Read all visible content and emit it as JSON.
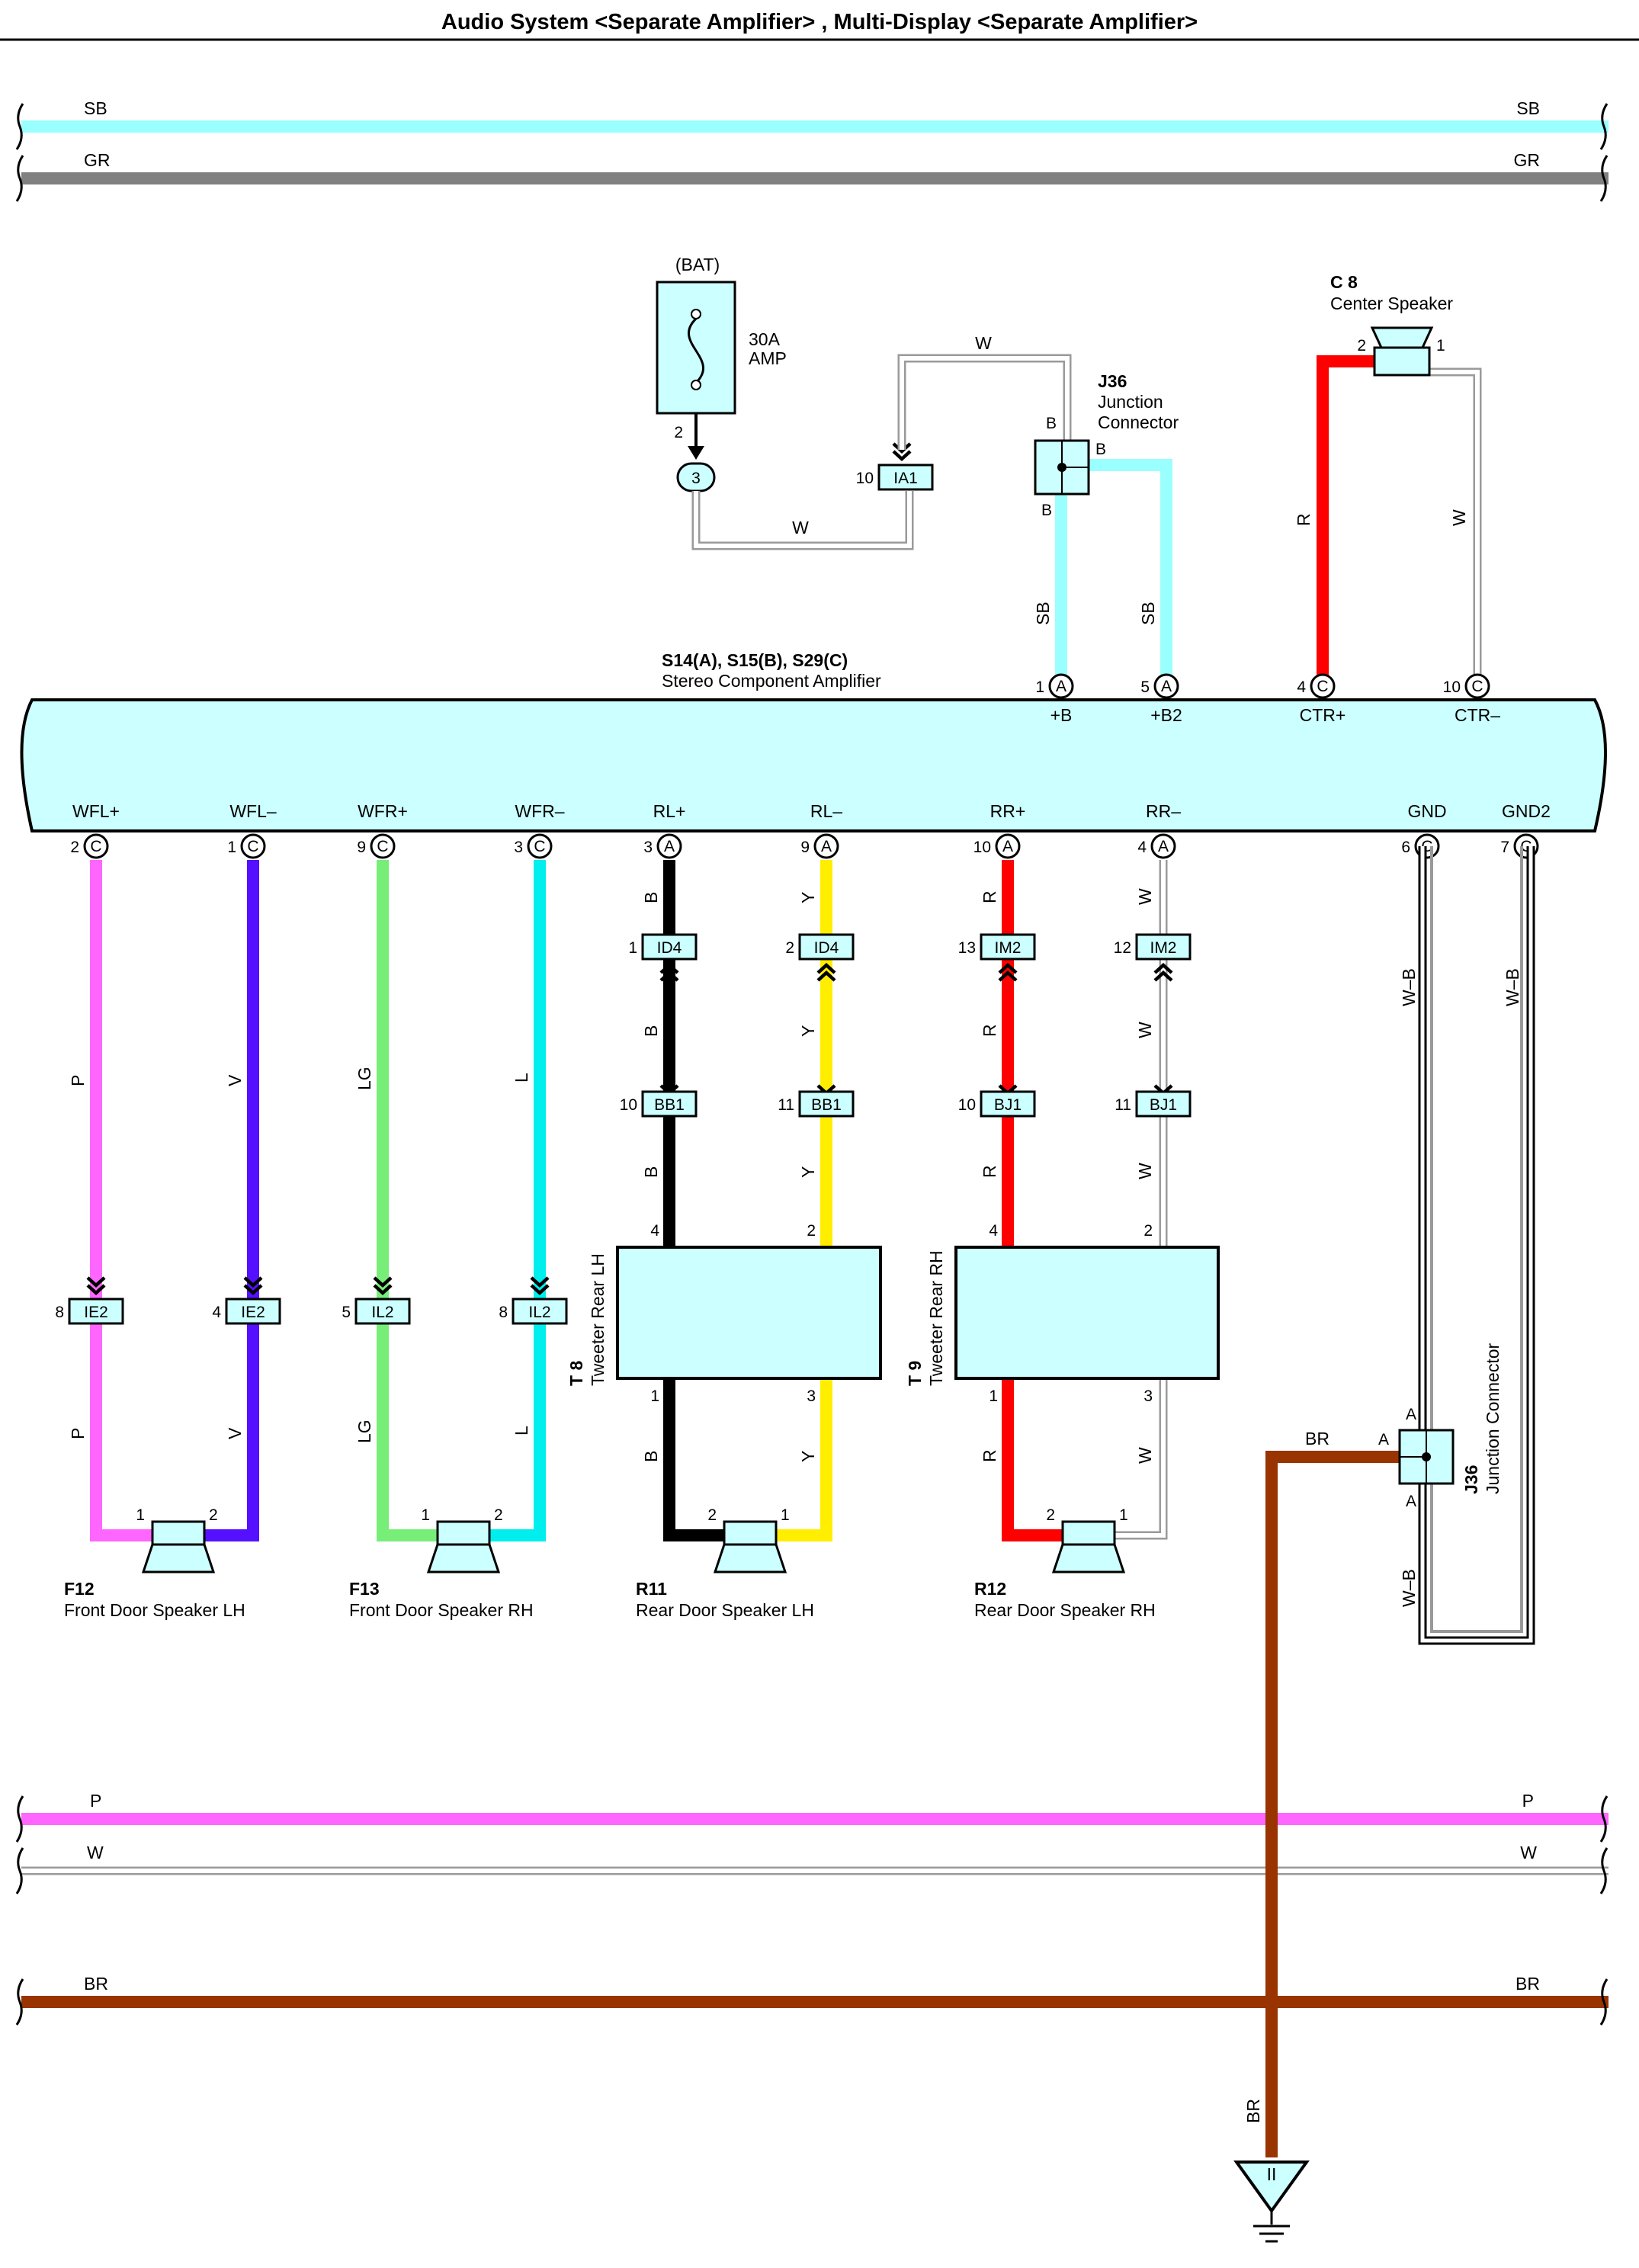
{
  "title": "Audio System <Separate Amplifier> , Multi-Display <Separate Amplifier>",
  "bus_wires": [
    {
      "code": "SB",
      "color": "#99ffff"
    },
    {
      "code": "GR",
      "color": "#808080"
    },
    {
      "code": "P",
      "color": "#ff66ff"
    },
    {
      "code": "W",
      "color": "#ffffff"
    },
    {
      "code": "BR",
      "color": "#993300"
    }
  ],
  "battery": {
    "label": "(BAT)",
    "fuse_rating": "30A",
    "fuse_unit": "AMP",
    "pin": "2",
    "splice_pin": "3"
  },
  "connector_ia1": {
    "name": "IA1",
    "pin": "10"
  },
  "junction_top": {
    "code": "J36",
    "name_line1": "Junction",
    "name_line2": "Connector",
    "pin_top": "B",
    "pin_right": "B",
    "pin_bottom": "B"
  },
  "center_speaker": {
    "code": "C 8",
    "name": "Center Speaker",
    "pin_left": "2",
    "pin_right": "1"
  },
  "amplifier": {
    "code": "S14(A), S15(B), S29(C)",
    "name": "Stereo Component Amplifier",
    "top_pins": [
      {
        "num": "1",
        "conn": "A",
        "label": "+B"
      },
      {
        "num": "5",
        "conn": "A",
        "label": "+B2"
      },
      {
        "num": "4",
        "conn": "C",
        "label": "CTR+"
      },
      {
        "num": "10",
        "conn": "C",
        "label": "CTR–"
      }
    ],
    "bottom_pins": [
      {
        "num": "2",
        "conn": "C",
        "label": "WFL+"
      },
      {
        "num": "1",
        "conn": "C",
        "label": "WFL–"
      },
      {
        "num": "9",
        "conn": "C",
        "label": "WFR+"
      },
      {
        "num": "3",
        "conn": "C",
        "label": "WFR–"
      },
      {
        "num": "3",
        "conn": "A",
        "label": "RL+"
      },
      {
        "num": "9",
        "conn": "A",
        "label": "RL–"
      },
      {
        "num": "10",
        "conn": "A",
        "label": "RR+"
      },
      {
        "num": "4",
        "conn": "A",
        "label": "RR–"
      },
      {
        "num": "6",
        "conn": "C",
        "label": "GND"
      },
      {
        "num": "7",
        "conn": "C",
        "label": "GND2"
      }
    ]
  },
  "wire_codes": {
    "W": "W",
    "SB": "SB",
    "R": "R",
    "P": "P",
    "V": "V",
    "LG": "LG",
    "L": "L",
    "B": "B",
    "Y": "Y",
    "WB": "W–B",
    "BR": "BR"
  },
  "inline_connectors": [
    {
      "name": "ID4",
      "pin": "1"
    },
    {
      "name": "ID4",
      "pin": "2"
    },
    {
      "name": "IM2",
      "pin": "13"
    },
    {
      "name": "IM2",
      "pin": "12"
    },
    {
      "name": "BB1",
      "pin": "10"
    },
    {
      "name": "BB1",
      "pin": "11"
    },
    {
      "name": "BJ1",
      "pin": "10"
    },
    {
      "name": "BJ1",
      "pin": "11"
    },
    {
      "name": "IE2",
      "pin": "8"
    },
    {
      "name": "IE2",
      "pin": "4"
    },
    {
      "name": "IL2",
      "pin": "5"
    },
    {
      "name": "IL2",
      "pin": "8"
    }
  ],
  "tweeters": [
    {
      "code": "T 8",
      "name": "Tweeter Rear LH",
      "pin_tl": "4",
      "pin_tr": "2",
      "pin_bl": "1",
      "pin_br": "3"
    },
    {
      "code": "T 9",
      "name": "Tweeter Rear RH",
      "pin_tl": "4",
      "pin_tr": "2",
      "pin_bl": "1",
      "pin_br": "3"
    }
  ],
  "speakers": [
    {
      "code": "F12",
      "name": "Front Door Speaker LH",
      "pin_left": "1",
      "pin_right": "2"
    },
    {
      "code": "F13",
      "name": "Front Door Speaker RH",
      "pin_left": "1",
      "pin_right": "2"
    },
    {
      "code": "R11",
      "name": "Rear Door Speaker LH",
      "pin_left": "2",
      "pin_right": "1"
    },
    {
      "code": "R12",
      "name": "Rear Door Speaker RH",
      "pin_left": "2",
      "pin_right": "1"
    }
  ],
  "junction_bottom": {
    "code": "J36",
    "name": "Junction Connector",
    "pin": "A"
  },
  "ground": {
    "label": "II"
  }
}
